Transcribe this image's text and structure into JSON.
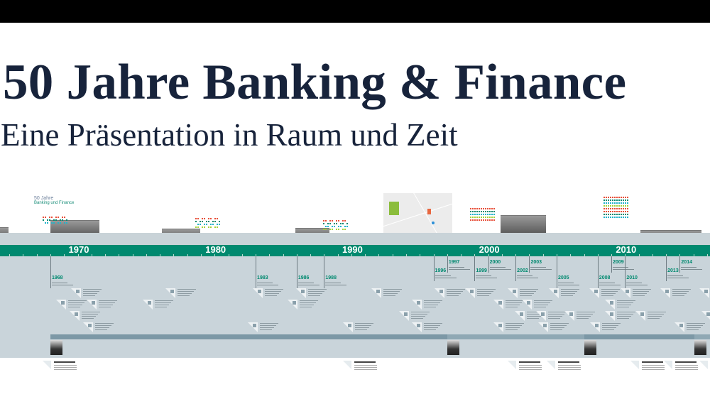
{
  "slide": {
    "title": "50 Jahre Banking & Finance",
    "subtitle": "Eine Präsentation in Raum und Zeit"
  },
  "logo": {
    "text": "50 Jahre",
    "tagline": "Banking und Finance"
  },
  "timeline": {
    "start_year": 1968,
    "decades": [
      "1970",
      "1980",
      "1990",
      "2000",
      "2010"
    ],
    "milestones": [
      {
        "year": "1968",
        "level": 2
      },
      {
        "year": "1983",
        "level": 2
      },
      {
        "year": "1986",
        "level": 2
      },
      {
        "year": "1988",
        "level": 2
      },
      {
        "year": "1996",
        "level": 1
      },
      {
        "year": "1997",
        "level": 0
      },
      {
        "year": "1999",
        "level": 1
      },
      {
        "year": "2000",
        "level": 0
      },
      {
        "year": "2002",
        "level": 1
      },
      {
        "year": "2003",
        "level": 0
      },
      {
        "year": "2005",
        "level": 2
      },
      {
        "year": "2008",
        "level": 2
      },
      {
        "year": "2009",
        "level": 0
      },
      {
        "year": "2010",
        "level": 2
      },
      {
        "year": "2013",
        "level": 1
      },
      {
        "year": "2014",
        "level": 0
      }
    ]
  },
  "colors": {
    "accent": "#00896f",
    "band": "#c9d3d8",
    "title": "#17233b",
    "prof_bar": "#7c98a6"
  }
}
